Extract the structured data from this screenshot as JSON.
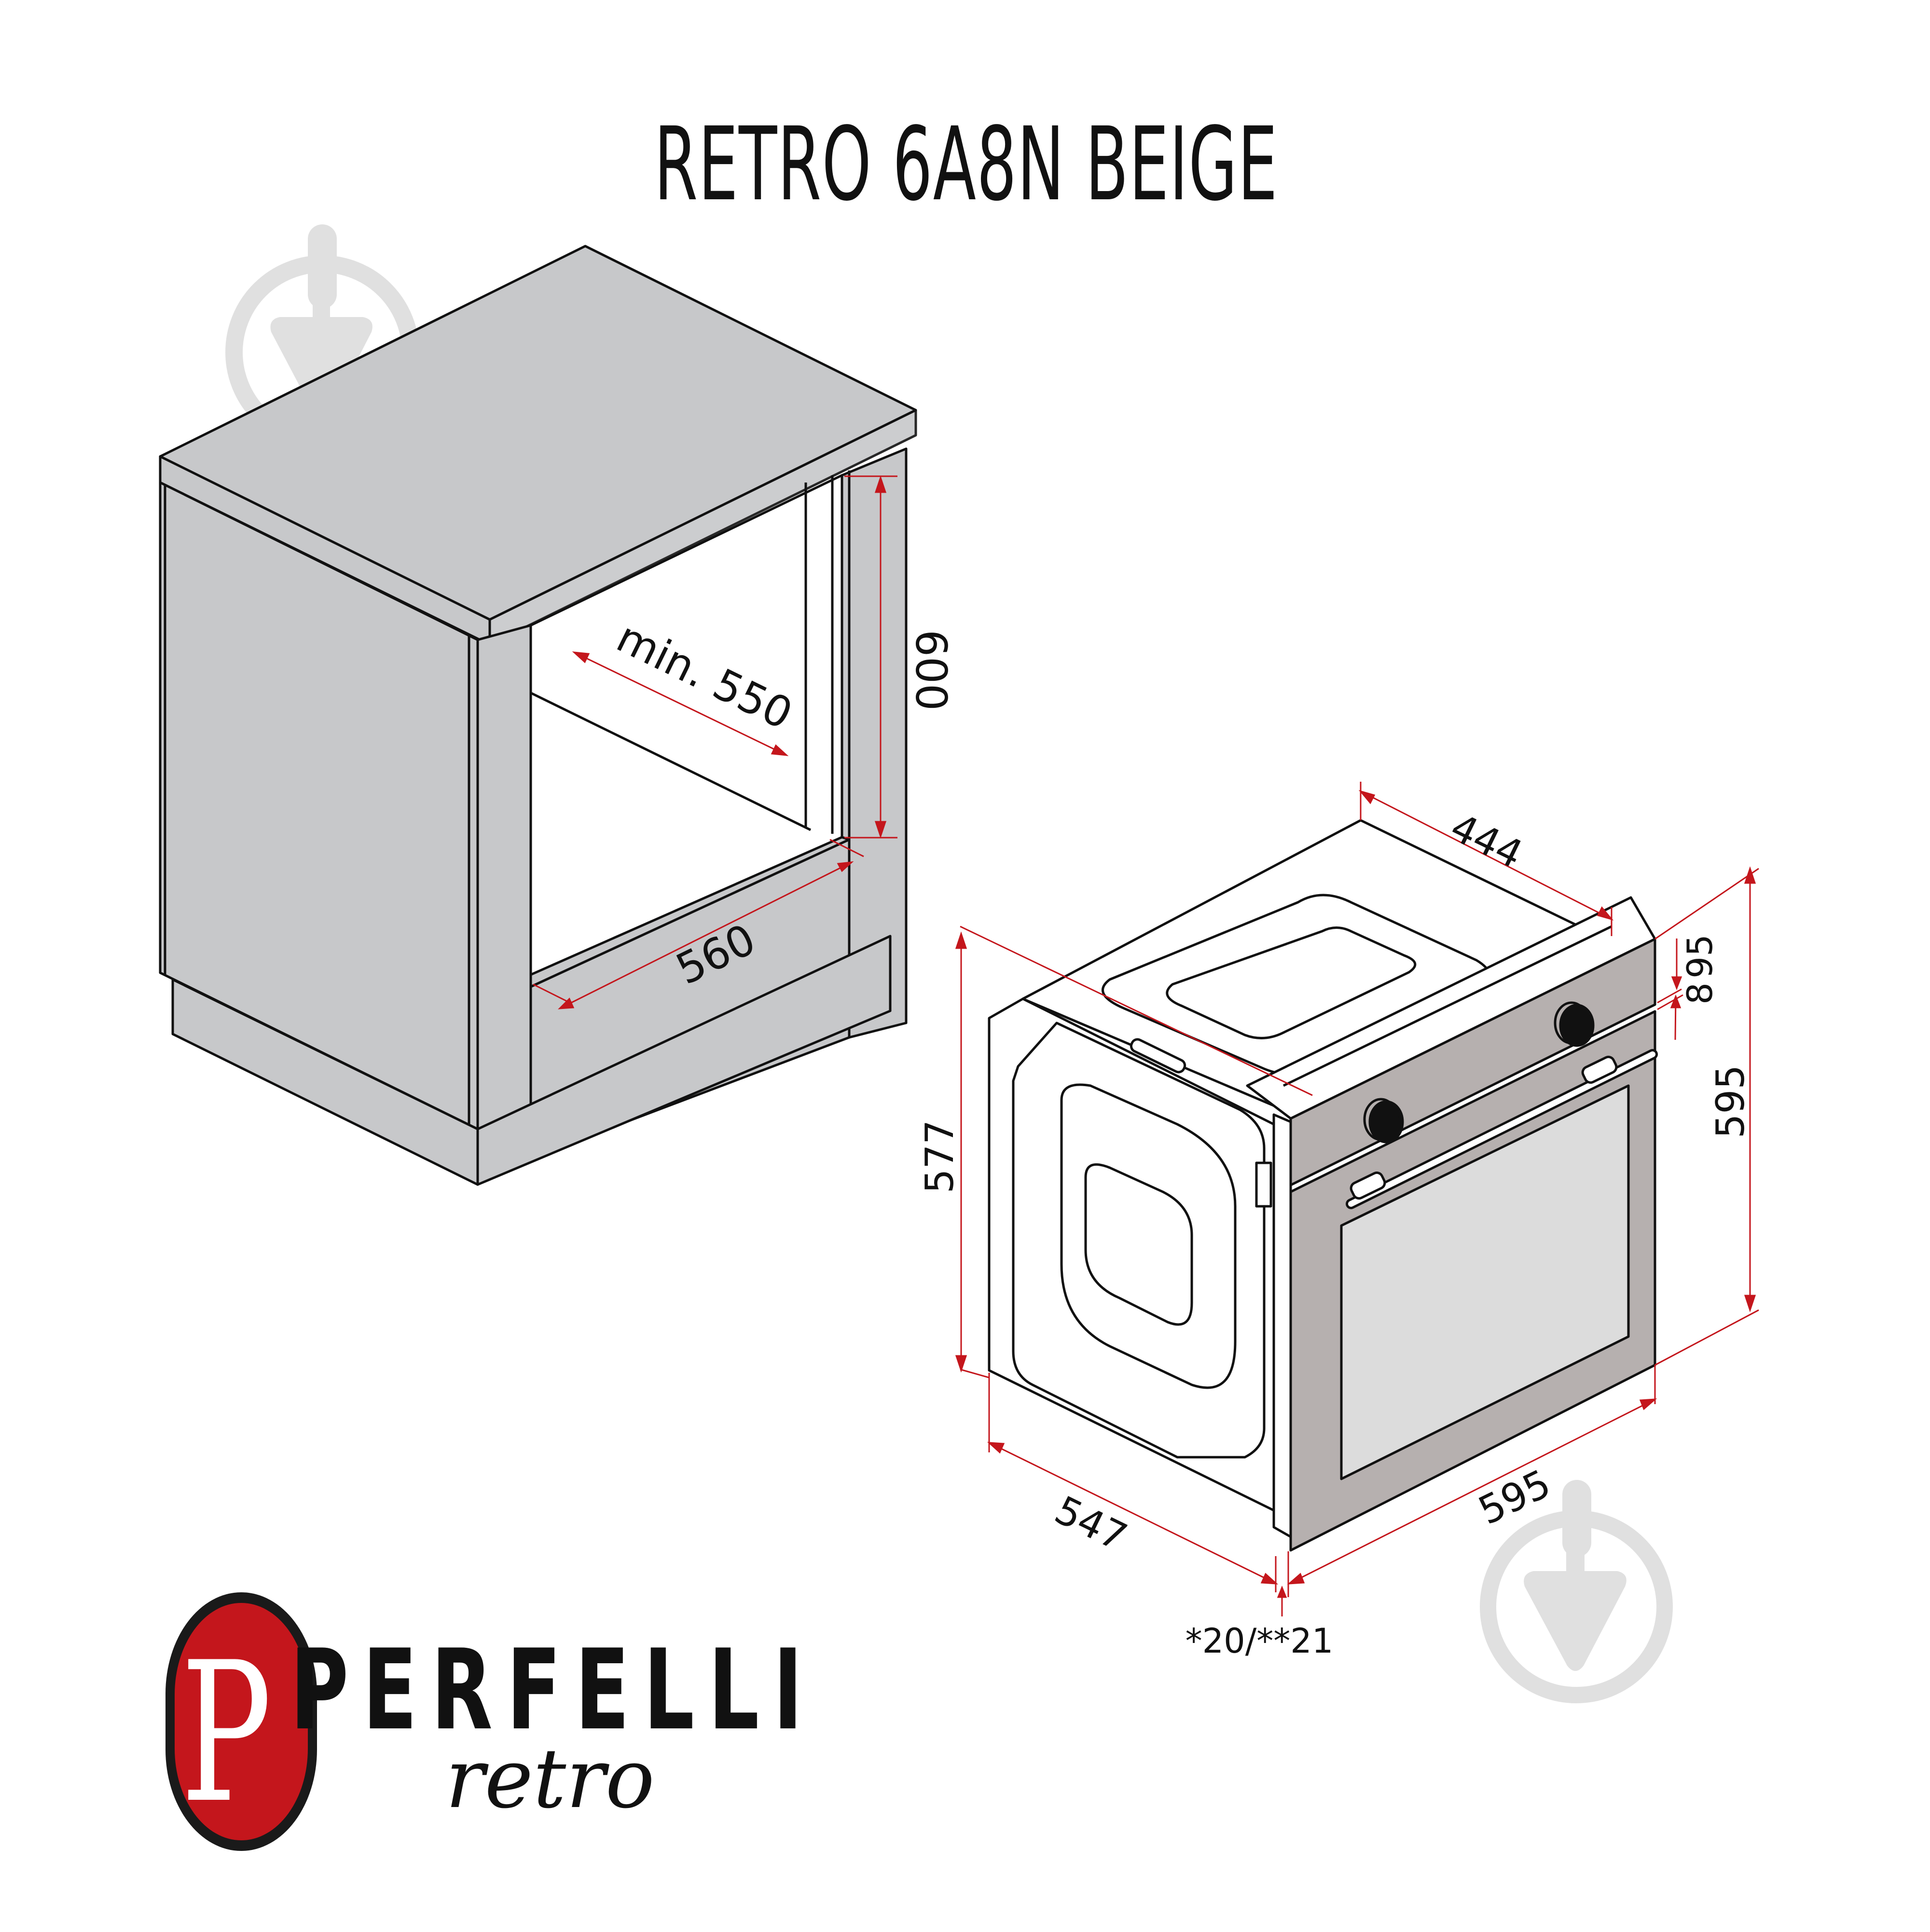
{
  "title": "RETRO 6A8N BEIGE",
  "colors": {
    "cabinet_fill": "#c7c8ca",
    "oven_front_fill": "#b6b0af",
    "oven_window_fill": "#dcdcdc",
    "dimension_red": "#c4161c",
    "outline": "#111111",
    "watermark": "#e0e0e0",
    "logo_red": "#c4161c",
    "logo_border": "#1a1a1a"
  },
  "cabinet": {
    "label": "niche cabinet",
    "dimensions": {
      "depth": "min. 550",
      "height": "600",
      "width": "560"
    }
  },
  "oven": {
    "label": "built-in oven",
    "dimensions": {
      "top_depth": "444",
      "side_height": "577",
      "front_height": "595",
      "control_panel_height": "95",
      "gap": "8",
      "side_depth": "547",
      "front_width": "595",
      "door_offset": "*20/**21"
    }
  },
  "watermarks": [
    {
      "icon": "plumb-bob-watermark-icon"
    },
    {
      "icon": "plumb-bob-watermark-icon"
    }
  ],
  "brand": {
    "monogram": "P",
    "name": "PERFELLI",
    "subline": "retro"
  }
}
